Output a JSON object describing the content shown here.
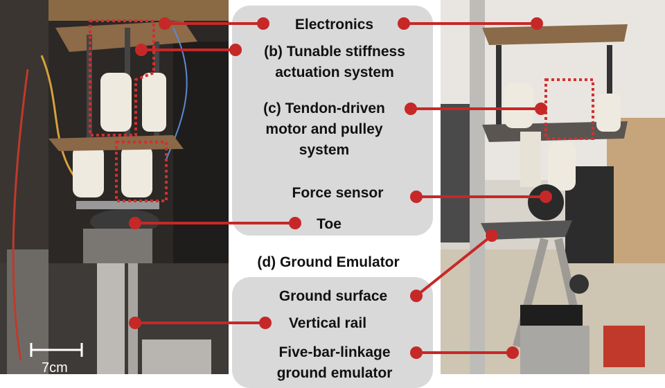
{
  "labels": {
    "electronics": "Electronics",
    "tunable_line1": "(b) Tunable stiffness",
    "tunable_line2": "actuation system",
    "tendon_line1": "(c) Tendon-driven",
    "tendon_line2": "motor and pulley",
    "tendon_line3": "system",
    "force_sensor": "Force sensor",
    "toe": "Toe",
    "ground_emulator": "(d) Ground Emulator",
    "ground_surface": "Ground surface",
    "vertical_rail": "Vertical rail",
    "fivebar_line1": "Five-bar-linkage",
    "fivebar_line2": "ground emulator"
  },
  "scale_bar": {
    "label": "7cm"
  },
  "colors": {
    "leader": "#c62828",
    "panel": "#d9d9d9",
    "highlight": "#d32f2f"
  }
}
